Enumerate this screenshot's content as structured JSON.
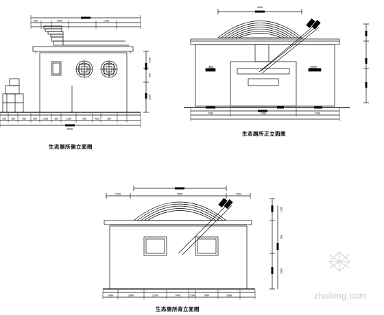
{
  "captions": {
    "side_left": "生态厕所侧立面图",
    "front": "生态厕所正立面图",
    "back": "生态厕所背立面图"
  },
  "watermark": {
    "text": "zhulong.com"
  },
  "dims": {
    "left_bottom": [
      "300",
      "360",
      "400",
      "360",
      "1200",
      "360",
      "1200",
      "360",
      "400",
      "360"
    ],
    "left_total": "8000",
    "left_top": [
      "800",
      "2000",
      "1200"
    ],
    "left_right": [
      "1200",
      "500",
      "2500"
    ],
    "front_top": "4800",
    "front_bottom": [
      "2500",
      "1600",
      "2500"
    ],
    "back_top": [
      "1500",
      "3000",
      "1500"
    ],
    "back_bottom": [
      "1000",
      "1800",
      "1200",
      "1400",
      "1200",
      "1800",
      "1000"
    ],
    "back_right": [
      "1200",
      "500",
      "2500"
    ]
  },
  "labels": {
    "front_left_sign": "男厕",
    "front_right_sign": "女厕所"
  }
}
